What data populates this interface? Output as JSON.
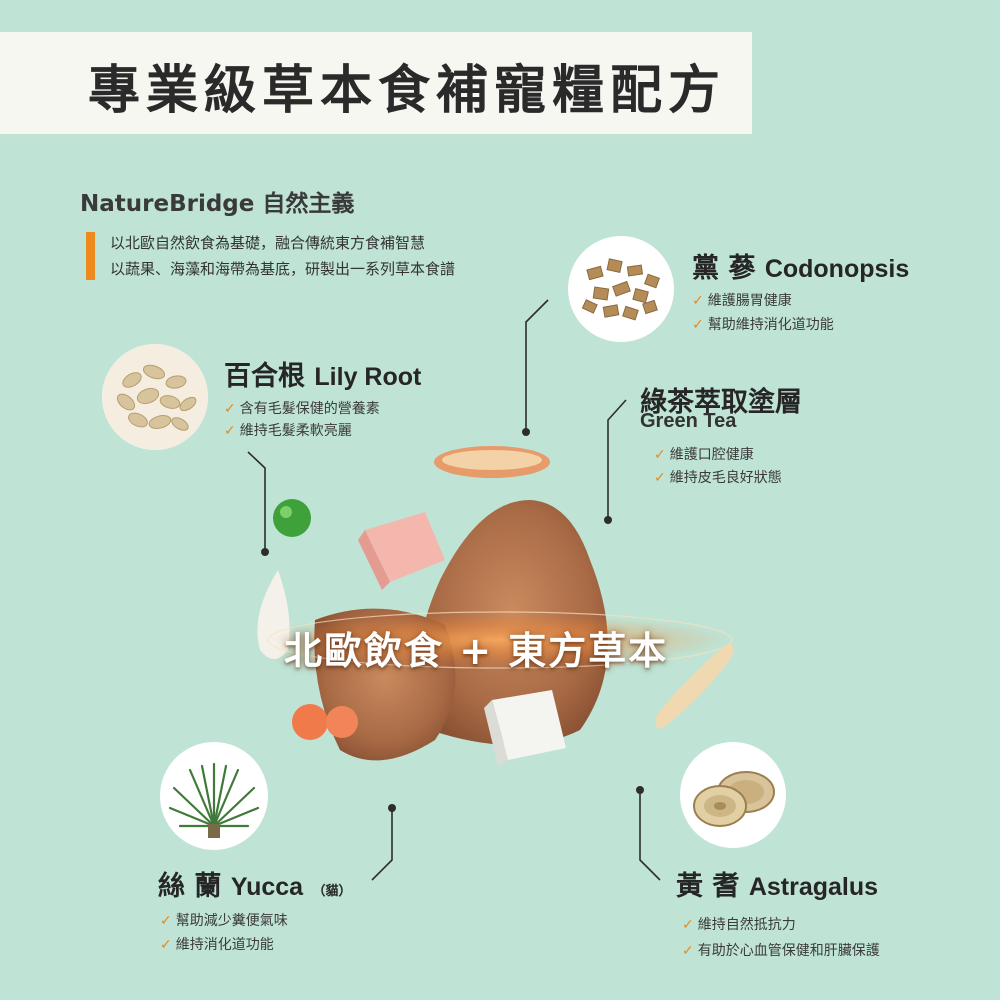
{
  "title": "專業級草本食補寵糧配方",
  "brand": "NatureBridge 自然主義",
  "intro": {
    "line1": "以北歐自然飲食為基礎，融合傳統東方食補智慧",
    "line2": "以蔬果、海藻和海帶為基底，研製出一系列草本食譜"
  },
  "center_slogan": "北歐飲食 + 東方草本",
  "check_mark": "✓",
  "colors": {
    "background": "#bfe3d5",
    "accent_orange": "#ee8a1e",
    "title_band": "#f7f7f2"
  },
  "herbs": {
    "codonopsis": {
      "zh": "黨 蔘",
      "en": "Codonopsis",
      "benefits": [
        "維護腸胃健康",
        "幫助維持消化道功能"
      ]
    },
    "lily_root": {
      "zh": "百合根",
      "en": "Lily Root",
      "benefits": [
        "含有毛髮保健的營養素",
        "維持毛髮柔軟亮麗"
      ]
    },
    "green_tea": {
      "zh": "綠茶萃取塗層",
      "en": "Green Tea",
      "benefits": [
        "維護口腔健康",
        "維持皮毛良好狀態"
      ]
    },
    "yucca": {
      "zh": "絲 蘭",
      "en": "Yucca",
      "note": "（貓）",
      "benefits": [
        "幫助減少糞便氣味",
        "維持消化道功能"
      ]
    },
    "astragalus": {
      "zh": "黃 耆",
      "en": "Astragalus",
      "benefits": [
        "維持自然抵抗力",
        "有助於心血管保健和肝臟保護"
      ]
    }
  }
}
